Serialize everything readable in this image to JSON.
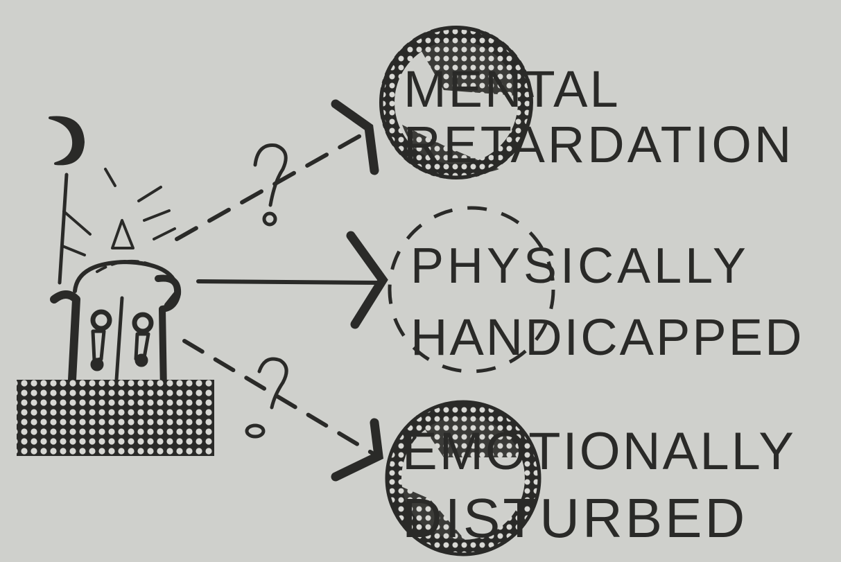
{
  "colors": {
    "paper": "#cfd0cc",
    "ink": "#2a2a28"
  },
  "diagram": {
    "nodes": [
      {
        "id": "mental-retardation",
        "line1": "MENTAL",
        "line2": "RETARDATION",
        "circle_style": "shaded"
      },
      {
        "id": "physically-handicapped",
        "line1": "PHYSICALLY",
        "line2": "HANDICAPPED",
        "circle_style": "dashed"
      },
      {
        "id": "emotionally-disturbed",
        "line1": "EMOTIONALLY",
        "line2": "DISTURBED",
        "circle_style": "shaded"
      }
    ],
    "edges": [
      {
        "to": "mental-retardation",
        "style": "dashed",
        "mark": "?"
      },
      {
        "to": "physically-handicapped",
        "style": "solid",
        "mark": ""
      },
      {
        "to": "emotionally-disturbed",
        "style": "dashed",
        "mark": "?"
      }
    ]
  }
}
